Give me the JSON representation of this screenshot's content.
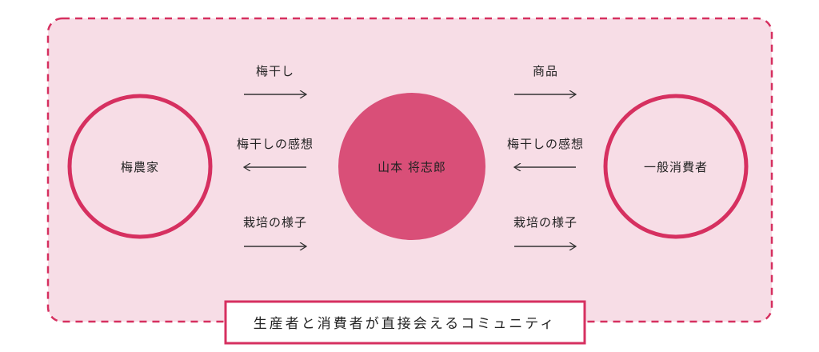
{
  "nodes": {
    "producer": "梅農家",
    "center": "山本 将志郎",
    "consumer": "一般消費者"
  },
  "left_flows": {
    "top": "梅干し",
    "middle": "梅干しの感想",
    "bottom": "栽培の様子"
  },
  "right_flows": {
    "top": "商品",
    "middle": "梅干しの感想",
    "bottom": "栽培の様子"
  },
  "caption": "生産者と消費者が直接会えるコミュニティ",
  "colors": {
    "accent": "#d63060",
    "center_fill": "#d94f78",
    "background": "#f7dde6"
  }
}
